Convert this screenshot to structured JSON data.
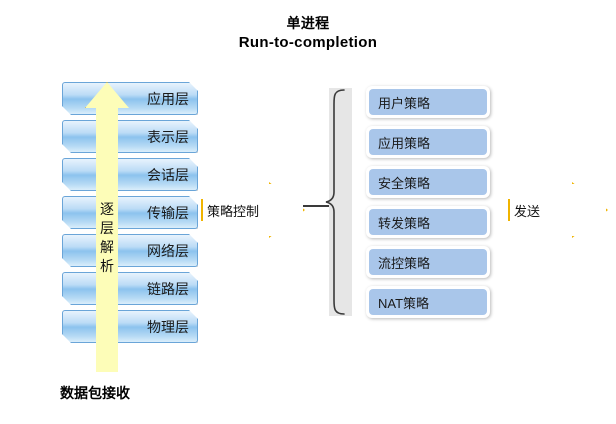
{
  "title": {
    "line1": "单进程",
    "line2": "Run-to-completion"
  },
  "osi_stack": {
    "name": "protocol-layer-stack",
    "layers": [
      {
        "label": "应用层"
      },
      {
        "label": "表示层"
      },
      {
        "label": "会话层"
      },
      {
        "label": "传输层"
      },
      {
        "label": "网络层"
      },
      {
        "label": "链路层"
      },
      {
        "label": "物理层"
      }
    ]
  },
  "up_arrow": {
    "label": "逐层解析",
    "chars": [
      "逐",
      "层",
      "解",
      "析"
    ],
    "color": "#fdfdb8",
    "border_color": "#e0aa1e"
  },
  "packet_receive_label": "数据包接收",
  "arrows": {
    "policy_control": {
      "label": "策略控制",
      "fill": "#ffffff",
      "border_color": "#f0b400"
    },
    "send": {
      "label": "发送",
      "fill": "#ffffff",
      "border_color": "#f0b400"
    }
  },
  "brace": {
    "name": "curly-brace",
    "panel_color": "#e6e6e6",
    "stroke_color": "#3a3a3a"
  },
  "policy_stack": {
    "name": "policy-list",
    "box_fill": "#a9c6ea",
    "items": [
      {
        "label": "用户策略"
      },
      {
        "label": "应用策略"
      },
      {
        "label": "安全策略"
      },
      {
        "label": "转发策略"
      },
      {
        "label": "流控策略"
      },
      {
        "label": "NAT策略"
      }
    ]
  },
  "palette": {
    "layer_blue_light": "#e8f3fd",
    "layer_blue_mid": "#8cc3ee",
    "layer_border": "#6aa5d8",
    "policy_blue": "#a9c6ea",
    "arrow_gold": "#f0b400",
    "arrow_yellow_fill": "#fdfdb8",
    "text_black": "#1a1a1a",
    "background": "#ffffff"
  }
}
